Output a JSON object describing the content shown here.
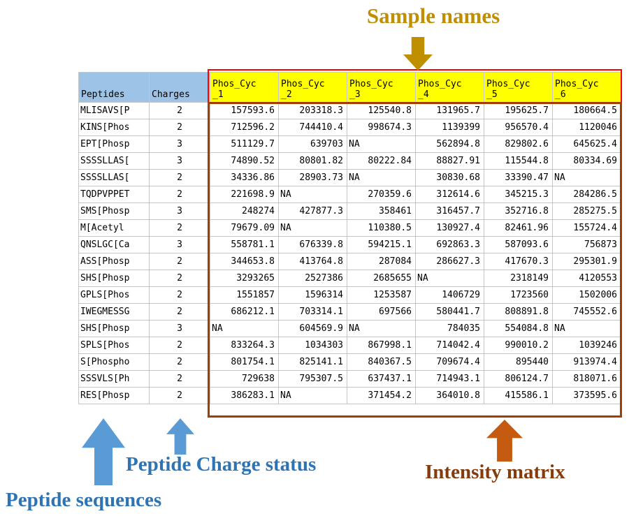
{
  "annotations": {
    "sample_names": "Sample names",
    "peptide_sequences": "Peptide sequences",
    "peptide_charge_status": "Peptide Charge status",
    "intensity_matrix": "Intensity matrix"
  },
  "table": {
    "peptides_header": "Peptides",
    "charges_header": "Charges",
    "sample_headers": [
      {
        "line1": "Phos_Cyc",
        "line2": "_1"
      },
      {
        "line1": "Phos_Cyc",
        "line2": "_2"
      },
      {
        "line1": "Phos_Cyc",
        "line2": "_3"
      },
      {
        "line1": "Phos_Cyc",
        "line2": "_4"
      },
      {
        "line1": "Phos_Cyc",
        "line2": "_5"
      },
      {
        "line1": "Phos_Cyc",
        "line2": "_6"
      }
    ],
    "rows": [
      {
        "peptide": "MLISAVS[P",
        "charge": "2",
        "values": [
          "157593.6",
          "203318.3",
          "125540.8",
          "131965.7",
          "195625.7",
          "180664.5"
        ]
      },
      {
        "peptide": "KINS[Phos",
        "charge": "2",
        "values": [
          "712596.2",
          "744410.4",
          "998674.3",
          "1139399",
          "956570.4",
          "1120046"
        ]
      },
      {
        "peptide": "EPT[Phosp",
        "charge": "3",
        "values": [
          "511129.7",
          "639703",
          "NA",
          "562894.8",
          "829802.6",
          "645625.4"
        ]
      },
      {
        "peptide": "SSSSLLAS[",
        "charge": "3",
        "values": [
          "74890.52",
          "80801.82",
          "80222.84",
          "88827.91",
          "115544.8",
          "80334.69"
        ]
      },
      {
        "peptide": "SSSSLLAS[",
        "charge": "2",
        "values": [
          "34336.86",
          "28903.73",
          "NA",
          "30830.68",
          "33390.47",
          "NA"
        ]
      },
      {
        "peptide": "TQDPVPPET",
        "charge": "2",
        "values": [
          "221698.9",
          "NA",
          "270359.6",
          "312614.6",
          "345215.3",
          "284286.5"
        ]
      },
      {
        "peptide": "SMS[Phosp",
        "charge": "3",
        "values": [
          "248274",
          "427877.3",
          "358461",
          "316457.7",
          "352716.8",
          "285275.5"
        ]
      },
      {
        "peptide": "M[Acetyl ",
        "charge": "2",
        "values": [
          "79679.09",
          "NA",
          "110380.5",
          "130927.4",
          "82461.96",
          "155724.4"
        ]
      },
      {
        "peptide": "QNSLGC[Ca",
        "charge": "3",
        "values": [
          "558781.1",
          "676339.8",
          "594215.1",
          "692863.3",
          "587093.6",
          "756873"
        ]
      },
      {
        "peptide": "ASS[Phosp",
        "charge": "2",
        "values": [
          "344653.8",
          "413764.8",
          "287084",
          "286627.3",
          "417670.3",
          "295301.9"
        ]
      },
      {
        "peptide": "SHS[Phosp",
        "charge": "2",
        "values": [
          "3293265",
          "2527386",
          "2685655",
          "NA",
          "2318149",
          "4120553"
        ]
      },
      {
        "peptide": "GPLS[Phos",
        "charge": "2",
        "values": [
          "1551857",
          "1596314",
          "1253587",
          "1406729",
          "1723560",
          "1502006"
        ]
      },
      {
        "peptide": "IWEGMESSG",
        "charge": "2",
        "values": [
          "686212.1",
          "703314.1",
          "697566",
          "580441.7",
          "808891.8",
          "745552.6"
        ]
      },
      {
        "peptide": "SHS[Phosp",
        "charge": "3",
        "values": [
          "NA",
          "604569.9",
          "NA",
          "784035",
          "554084.8",
          "NA"
        ]
      },
      {
        "peptide": "SPLS[Phos",
        "charge": "2",
        "values": [
          "833264.3",
          "1034303",
          "867998.1",
          "714042.4",
          "990010.2",
          "1039246"
        ]
      },
      {
        "peptide": "S[Phospho",
        "charge": "2",
        "values": [
          "801754.1",
          "825141.1",
          "840367.5",
          "709674.4",
          "895440",
          "913974.4"
        ]
      },
      {
        "peptide": "SSSVLS[Ph",
        "charge": "2",
        "values": [
          "729638",
          "795307.5",
          "637437.1",
          "714943.1",
          "806124.7",
          "818071.6"
        ]
      },
      {
        "peptide": "RES[Phosp",
        "charge": "2",
        "values": [
          "386283.1",
          "NA",
          "371454.2",
          "364010.8",
          "415586.1",
          "373595.6"
        ]
      }
    ]
  },
  "colors": {
    "header-fill-blue": "#9DC3E6",
    "header-fill-yellow": "#FFFF00",
    "sample-box-red": "#FF0000",
    "matrix-box-red": "#A33E03",
    "olive": "#BF8F00",
    "blue-arrow": "#5B9BD5",
    "blue-text": "#2E74B5",
    "orange-arrow": "#C55A11",
    "intensity-text": "#843C0C",
    "grid": "#C6C6C6"
  }
}
